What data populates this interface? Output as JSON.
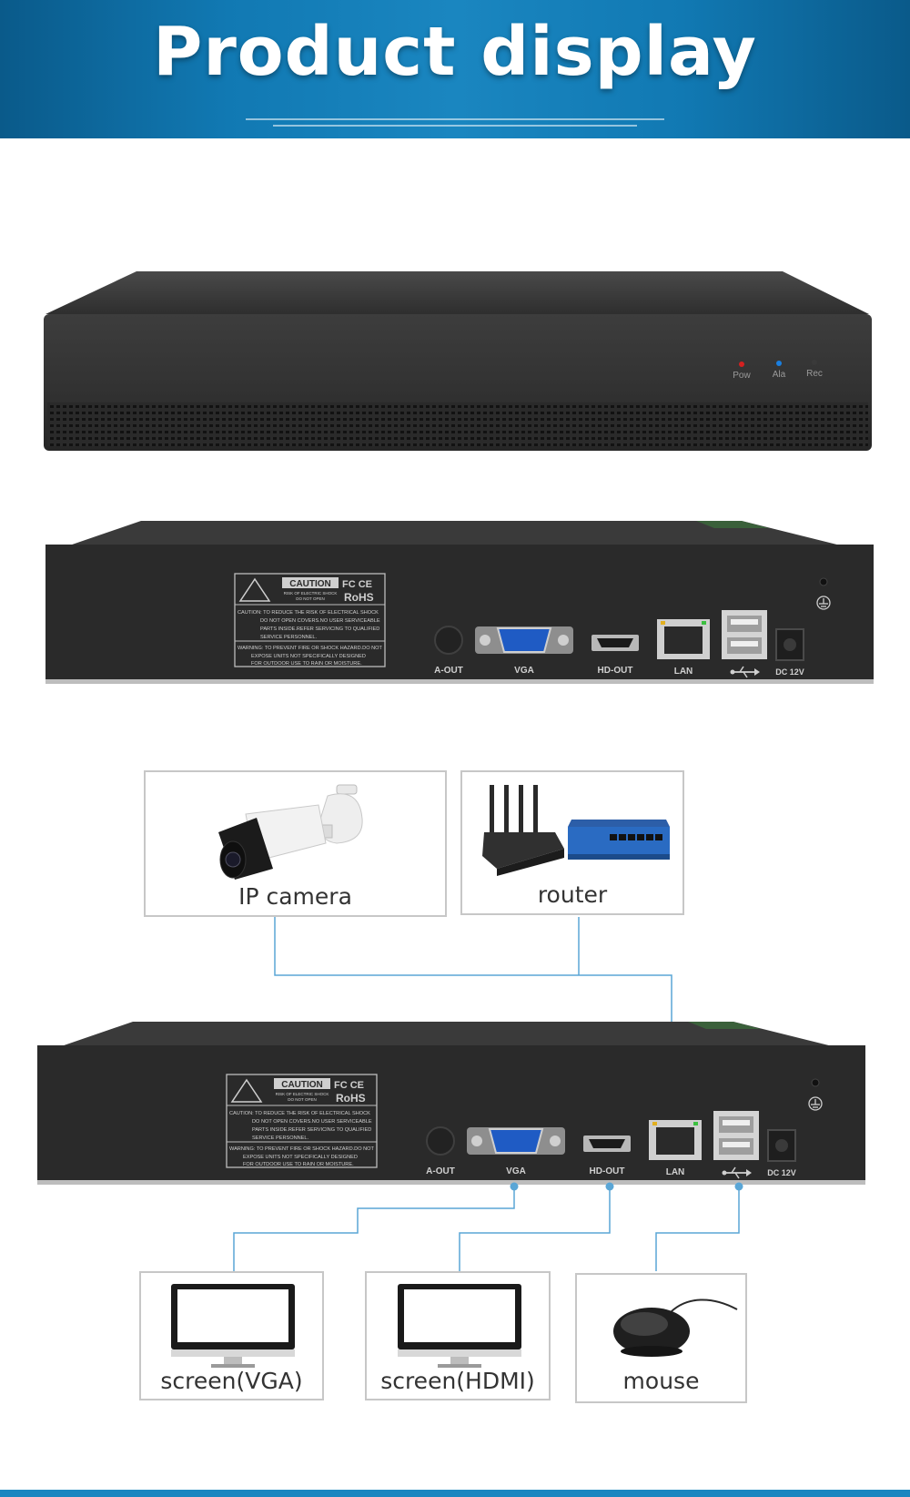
{
  "banner": {
    "title": "Product display"
  },
  "front_panel": {
    "indicators": [
      "Pow",
      "Ala",
      "Rec"
    ],
    "colors": {
      "pow": "#d42020",
      "ala": "#1a7fe0",
      "rec": "#3a3a3a"
    }
  },
  "rear_panel": {
    "ports": {
      "a_out": "A-OUT",
      "vga": "VGA",
      "hd_out": "HD-OUT",
      "lan": "LAN",
      "dc": "DC 12V"
    },
    "label": {
      "caution": "CAUTION",
      "risk_line1": "RISK OF ELECTRIC SHOCK",
      "risk_line2": "DO NOT OPEN",
      "certs": "FC CE",
      "rohs": "RoHS",
      "text1": "CAUTION: TO REDUCE THE RISK OF ELECTRICAL SHOCK",
      "text2": "DO NOT OPEN COVERS.NO USER SERVICEABLE",
      "text3": "PARTS INSIDE.REFER SERVICING TO QUALIFIED",
      "text4": "SERVICE PERSONNEL.",
      "text5": "WARNING: TO PREVENT FIRE OR SHOCK HAZARD.DO NOT",
      "text6": "EXPOSE UNITS NOT SPECIFICALLY DESIGNED",
      "text7": "FOR OUTDOOR USE TO RAIN OR MOISTURE."
    }
  },
  "devices": {
    "ip_camera": "IP camera",
    "router": "router",
    "screen_vga": "screen(VGA)",
    "screen_hdmi": "screen(HDMI)",
    "mouse": "mouse"
  },
  "colors": {
    "banner": "#1179b3",
    "connector_line": "#5aa6d6",
    "device_body": "#2b2b2b"
  }
}
